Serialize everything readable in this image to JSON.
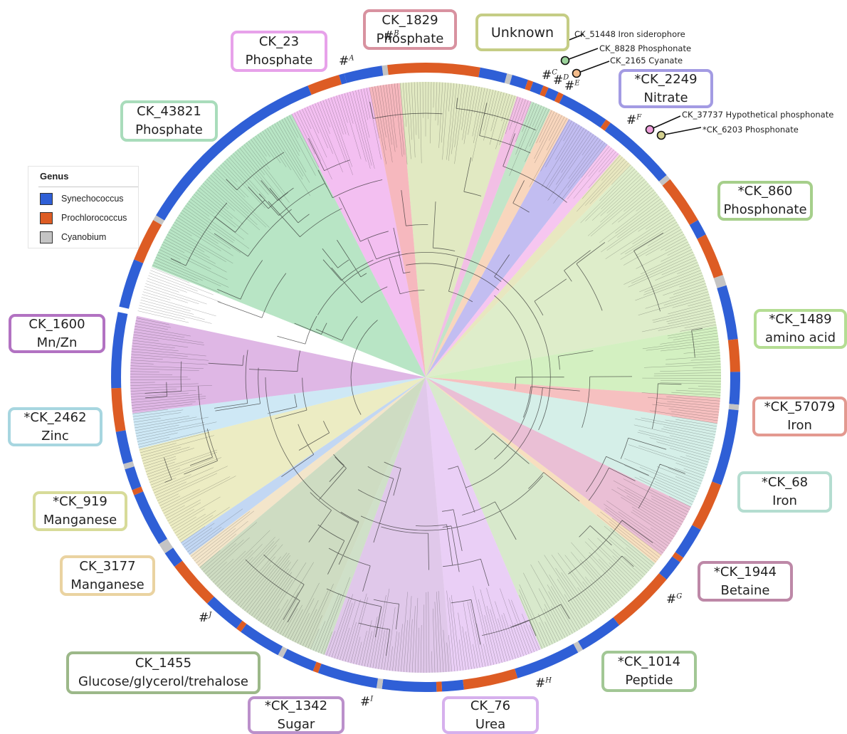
{
  "legend": {
    "title": "Genus",
    "items": [
      {
        "label": "Synechococcus",
        "color": "#2f5fd6"
      },
      {
        "label": "Prochlorococcus",
        "color": "#dd5c24"
      },
      {
        "label": "Cyanobium",
        "color": "#c4c4c4"
      }
    ]
  },
  "clusters": [
    {
      "id": "ck_23",
      "line1": "CK_23",
      "line2": "Phosphate",
      "color": "#e7a2ea"
    },
    {
      "id": "ck_1829",
      "line1": "CK_1829",
      "line2": "Phosphate",
      "color": "#d892a0"
    },
    {
      "id": "unknown",
      "line1": "Unknown",
      "line2": "",
      "color": "#c5cd85"
    },
    {
      "id": "ck_2249",
      "line1": "*CK_2249",
      "line2": "Nitrate",
      "color": "#a39be3"
    },
    {
      "id": "ck_43821",
      "line1": "CK_43821",
      "line2": "Phosphate",
      "color": "#a9dcbb"
    },
    {
      "id": "ck_860",
      "line1": "*CK_860",
      "line2": "Phosphonate",
      "color": "#a6cf8b"
    },
    {
      "id": "ck_1489",
      "line1": "*CK_1489",
      "line2": "amino acid",
      "color": "#b4dd93"
    },
    {
      "id": "ck_1600",
      "line1": "CK_1600",
      "line2": "Mn/Zn",
      "color": "#b272c2"
    },
    {
      "id": "ck_57079",
      "line1": "*CK_57079",
      "line2": "Iron",
      "color": "#e39990"
    },
    {
      "id": "ck_2462",
      "line1": "*CK_2462",
      "line2": "Zinc",
      "color": "#a7d6e0"
    },
    {
      "id": "ck_68",
      "line1": "*CK_68",
      "line2": "Iron",
      "color": "#b4ddd0"
    },
    {
      "id": "ck_919",
      "line1": "*CK_919",
      "line2": "Manganese",
      "color": "#d7db99"
    },
    {
      "id": "ck_3177",
      "line1": "CK_3177",
      "line2": "Manganese",
      "color": "#ead3a1"
    },
    {
      "id": "ck_1944",
      "line1": "*CK_1944",
      "line2": "Betaine",
      "color": "#bd88a7"
    },
    {
      "id": "ck_1455",
      "line1": "CK_1455",
      "line2": "Glucose/glycerol/trehalose",
      "color": "#9cb889"
    },
    {
      "id": "ck_1014",
      "line1": "*CK_1014",
      "line2": "Peptide",
      "color": "#a2c795"
    },
    {
      "id": "ck_1342",
      "line1": "*CK_1342",
      "line2": "Sugar",
      "color": "#bb90cb"
    },
    {
      "id": "ck_76",
      "line1": "CK_76",
      "line2": "Urea",
      "color": "#d6b0ed"
    }
  ],
  "small_clusters": [
    {
      "text": "CK_51448 Iron siderophore",
      "color": "#e287c7"
    },
    {
      "text": "CK_8828 Phosphonate",
      "color": "#9bd39b"
    },
    {
      "text": "CK_2165 Cyanate",
      "color": "#f3bb8a"
    },
    {
      "text": "CK_37737 Hypothetical phosphonate",
      "color": "#ee9fdb"
    },
    {
      "text": "*CK_6203 Phosphonate",
      "color": "#d3d08f"
    }
  ],
  "markers": [
    {
      "hash": "#",
      "sup": "A"
    },
    {
      "hash": "#",
      "sup": "B"
    },
    {
      "hash": "#",
      "sup": "C"
    },
    {
      "hash": "#",
      "sup": "D"
    },
    {
      "hash": "#",
      "sup": "E"
    },
    {
      "hash": "#",
      "sup": "F"
    },
    {
      "hash": "#",
      "sup": "G"
    },
    {
      "hash": "#",
      "sup": "H"
    },
    {
      "hash": "#",
      "sup": "I"
    },
    {
      "hash": "#",
      "sup": "J"
    }
  ],
  "sectors": [
    {
      "from": 292,
      "to": 333,
      "color": "#7ecf96"
    },
    {
      "from": 333,
      "to": 349,
      "color": "#e98be6"
    },
    {
      "from": 349,
      "to": 355,
      "color": "#ef7e88"
    },
    {
      "from": 355,
      "to": 18,
      "color": "#c9d78f"
    },
    {
      "from": 18,
      "to": 21,
      "color": "#e78ad0"
    },
    {
      "from": 21,
      "to": 25,
      "color": "#8fd09a"
    },
    {
      "from": 25,
      "to": 29,
      "color": "#f3b487"
    },
    {
      "from": 29,
      "to": 38,
      "color": "#8f86e6"
    },
    {
      "from": 38,
      "to": 41,
      "color": "#ee97e3"
    },
    {
      "from": 41,
      "to": 44,
      "color": "#d5d38c"
    },
    {
      "from": 44,
      "to": 80,
      "color": "#c2df9f"
    },
    {
      "from": 80,
      "to": 94,
      "color": "#aee38e"
    },
    {
      "from": 94,
      "to": 99,
      "color": "#ee8d8d"
    },
    {
      "from": 99,
      "to": 116,
      "color": "#b3e2d6"
    },
    {
      "from": 116,
      "to": 127,
      "color": "#d98bb2"
    },
    {
      "from": 127,
      "to": 129,
      "color": "#f1c48a"
    },
    {
      "from": 129,
      "to": 157,
      "color": "#b8d7a2"
    },
    {
      "from": 157,
      "to": 175,
      "color": "#d9a7ef"
    },
    {
      "from": 175,
      "to": 200,
      "color": "#c79bd9"
    },
    {
      "from": 200,
      "to": 203,
      "color": "#a8c69a"
    },
    {
      "from": 203,
      "to": 230,
      "color": "#a6c090"
    },
    {
      "from": 230,
      "to": 233,
      "color": "#e9cf9f"
    },
    {
      "from": 233,
      "to": 236,
      "color": "#90b7ea"
    },
    {
      "from": 236,
      "to": 256,
      "color": "#dcdc92"
    },
    {
      "from": 256,
      "to": 263,
      "color": "#a6d6ec"
    },
    {
      "from": 263,
      "to": 282,
      "color": "#c57ccf"
    }
  ],
  "ring": [
    {
      "from": 283,
      "to": 292,
      "genus": 0
    },
    {
      "from": 292,
      "to": 300,
      "genus": 1
    },
    {
      "from": 300,
      "to": 301,
      "genus": 2
    },
    {
      "from": 301,
      "to": 338,
      "genus": 0
    },
    {
      "from": 338,
      "to": 344,
      "genus": 1
    },
    {
      "from": 344,
      "to": 345,
      "genus": 0
    },
    {
      "from": 345,
      "to": 352,
      "genus": 0
    },
    {
      "from": 352,
      "to": 353,
      "genus": 2
    },
    {
      "from": 353,
      "to": 10,
      "genus": 1
    },
    {
      "from": 10,
      "to": 15,
      "genus": 0
    },
    {
      "from": 15,
      "to": 16,
      "genus": 2
    },
    {
      "from": 16,
      "to": 19,
      "genus": 0
    },
    {
      "from": 19,
      "to": 20,
      "genus": 1
    },
    {
      "from": 20,
      "to": 22,
      "genus": 0
    },
    {
      "from": 22,
      "to": 23,
      "genus": 1
    },
    {
      "from": 23,
      "to": 25,
      "genus": 0
    },
    {
      "from": 25,
      "to": 26,
      "genus": 1
    },
    {
      "from": 26,
      "to": 35,
      "genus": 0
    },
    {
      "from": 35,
      "to": 36,
      "genus": 1
    },
    {
      "from": 36,
      "to": 50,
      "genus": 0
    },
    {
      "from": 50,
      "to": 51,
      "genus": 2
    },
    {
      "from": 51,
      "to": 60,
      "genus": 1
    },
    {
      "from": 60,
      "to": 63,
      "genus": 0
    },
    {
      "from": 63,
      "to": 71,
      "genus": 1
    },
    {
      "from": 71,
      "to": 73,
      "genus": 2
    },
    {
      "from": 73,
      "to": 83,
      "genus": 0
    },
    {
      "from": 83,
      "to": 89,
      "genus": 1
    },
    {
      "from": 89,
      "to": 95,
      "genus": 0
    },
    {
      "from": 95,
      "to": 96,
      "genus": 2
    },
    {
      "from": 96,
      "to": 110,
      "genus": 0
    },
    {
      "from": 110,
      "to": 119,
      "genus": 1
    },
    {
      "from": 119,
      "to": 125,
      "genus": 0
    },
    {
      "from": 125,
      "to": 126,
      "genus": 1
    },
    {
      "from": 126,
      "to": 130,
      "genus": 0
    },
    {
      "from": 130,
      "to": 142,
      "genus": 1
    },
    {
      "from": 142,
      "to": 150,
      "genus": 0
    },
    {
      "from": 150,
      "to": 151,
      "genus": 2
    },
    {
      "from": 151,
      "to": 163,
      "genus": 0
    },
    {
      "from": 163,
      "to": 173,
      "genus": 1
    },
    {
      "from": 173,
      "to": 177,
      "genus": 0
    },
    {
      "from": 177,
      "to": 178,
      "genus": 1
    },
    {
      "from": 178,
      "to": 188,
      "genus": 0
    },
    {
      "from": 188,
      "to": 189,
      "genus": 2
    },
    {
      "from": 189,
      "to": 200,
      "genus": 0
    },
    {
      "from": 200,
      "to": 201,
      "genus": 1
    },
    {
      "from": 201,
      "to": 207,
      "genus": 0
    },
    {
      "from": 207,
      "to": 208,
      "genus": 2
    },
    {
      "from": 208,
      "to": 216,
      "genus": 0
    },
    {
      "from": 216,
      "to": 217,
      "genus": 1
    },
    {
      "from": 217,
      "to": 224,
      "genus": 0
    },
    {
      "from": 224,
      "to": 233,
      "genus": 1
    },
    {
      "from": 233,
      "to": 236,
      "genus": 0
    },
    {
      "from": 236,
      "to": 238,
      "genus": 2
    },
    {
      "from": 238,
      "to": 248,
      "genus": 0
    },
    {
      "from": 248,
      "to": 249,
      "genus": 1
    },
    {
      "from": 249,
      "to": 253,
      "genus": 0
    },
    {
      "from": 253,
      "to": 254,
      "genus": 2
    },
    {
      "from": 254,
      "to": 260,
      "genus": 0
    },
    {
      "from": 260,
      "to": 268,
      "genus": 1
    },
    {
      "from": 268,
      "to": 282,
      "genus": 0
    }
  ]
}
